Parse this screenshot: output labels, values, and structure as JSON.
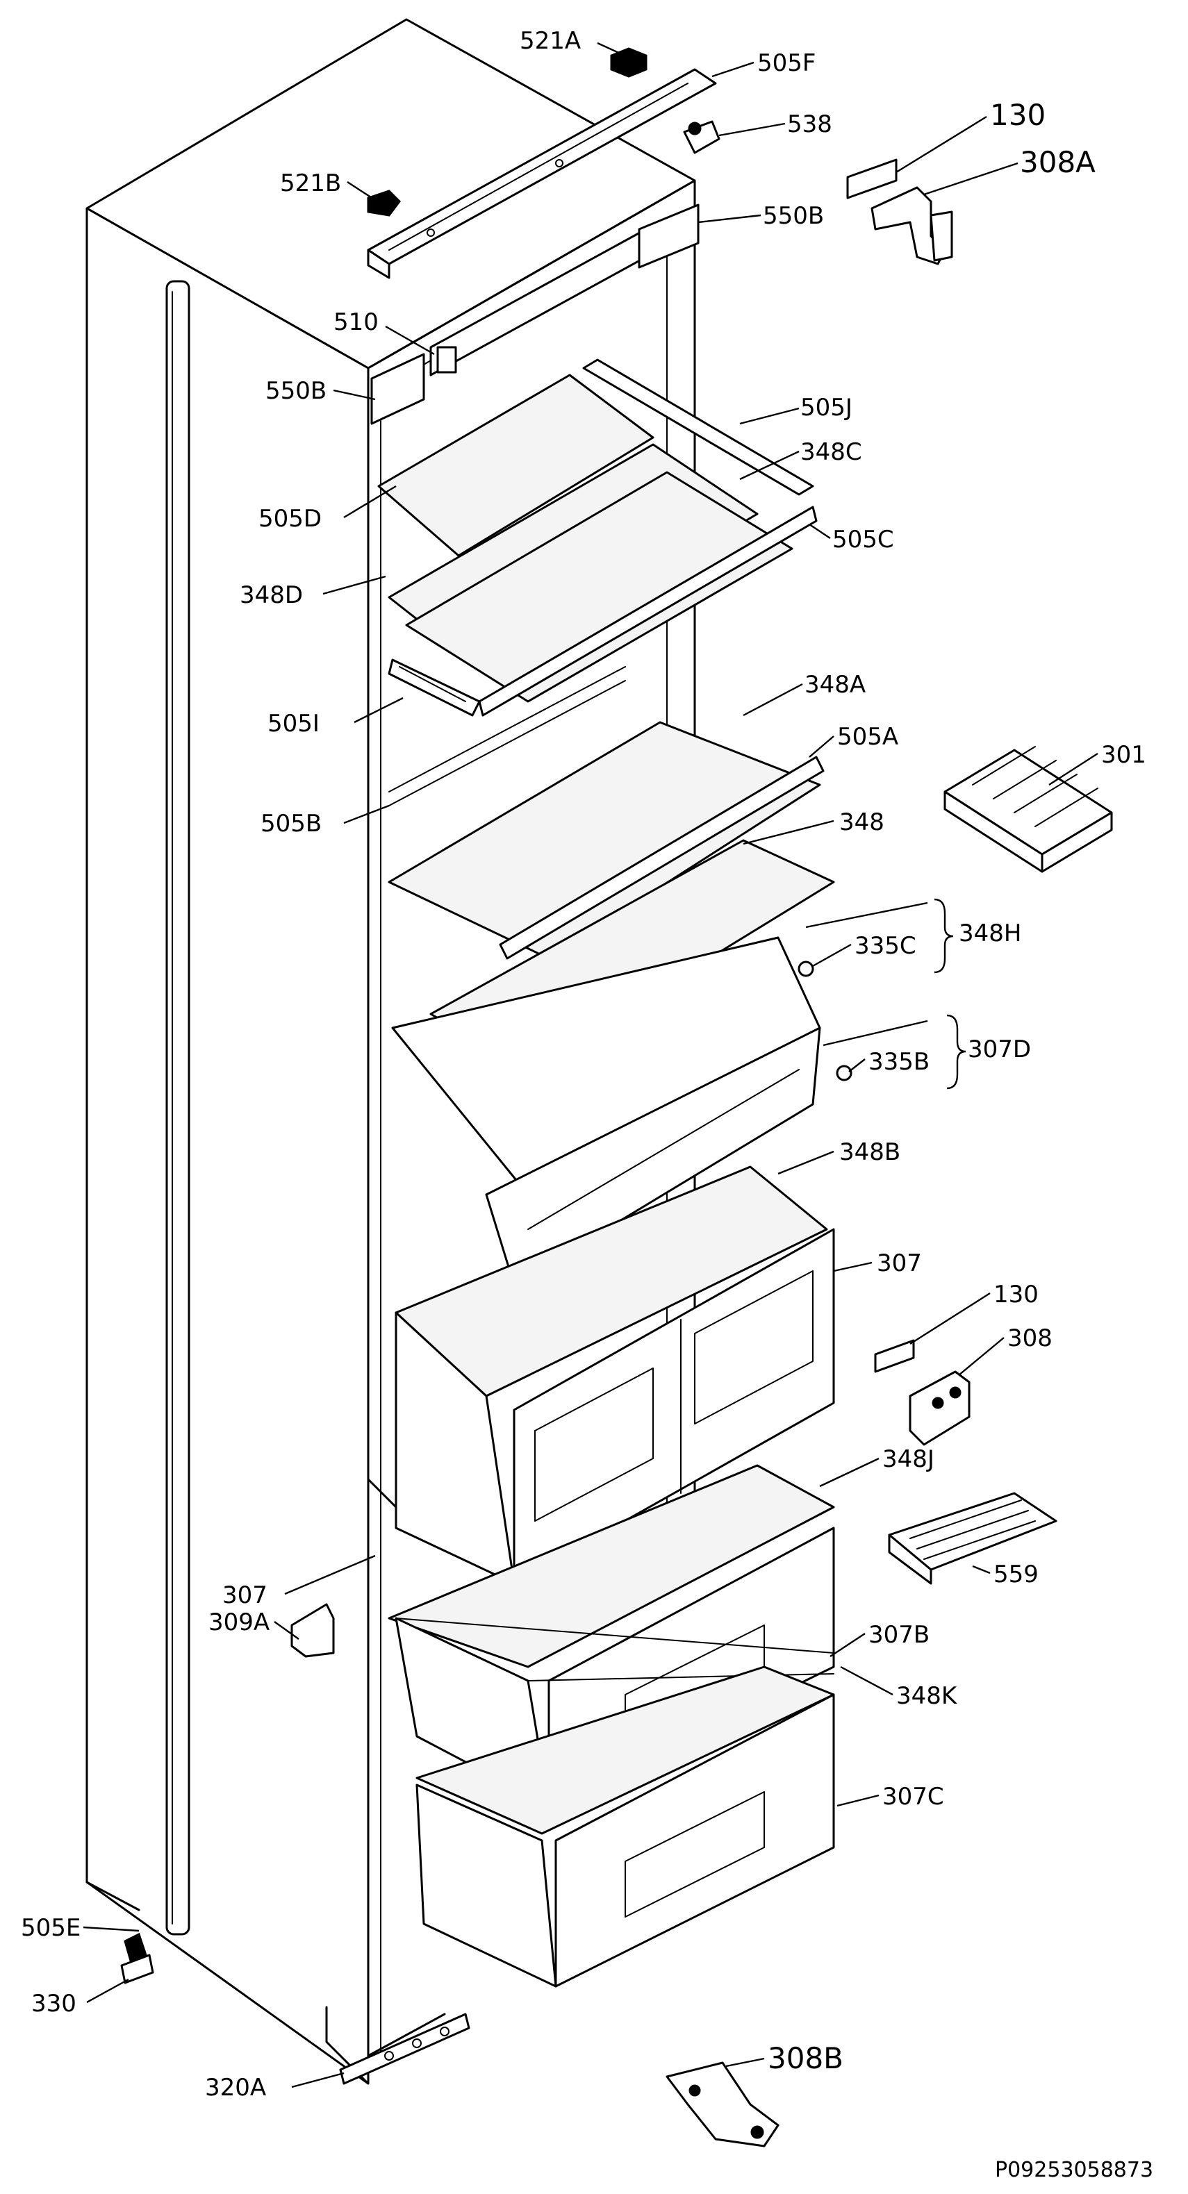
{
  "labels": {
    "l_521A": "521A",
    "l_505F": "505F",
    "l_538": "538",
    "l_130_top": "130",
    "l_308A": "308A",
    "l_521B": "521B",
    "l_550B_right": "550B",
    "l_510": "510",
    "l_550B_left": "550B",
    "l_505J": "505J",
    "l_348C": "348C",
    "l_505D": "505D",
    "l_505C": "505C",
    "l_348D": "348D",
    "l_348A": "348A",
    "l_505I": "505I",
    "l_505A": "505A",
    "l_301": "301",
    "l_505B": "505B",
    "l_348": "348",
    "l_335C": "335C",
    "l_348H": "348H",
    "l_335B": "335B",
    "l_307D": "307D",
    "l_348B": "348B",
    "l_307_right": "307",
    "l_130_mid": "130",
    "l_308": "308",
    "l_348J": "348J",
    "l_559": "559",
    "l_307_left": "307",
    "l_309A": "309A",
    "l_307B": "307B",
    "l_348K": "348K",
    "l_307C": "307C",
    "l_505E": "505E",
    "l_330": "330",
    "l_320A": "320A",
    "l_308B": "308B"
  },
  "drawing_code": "P09253058873"
}
